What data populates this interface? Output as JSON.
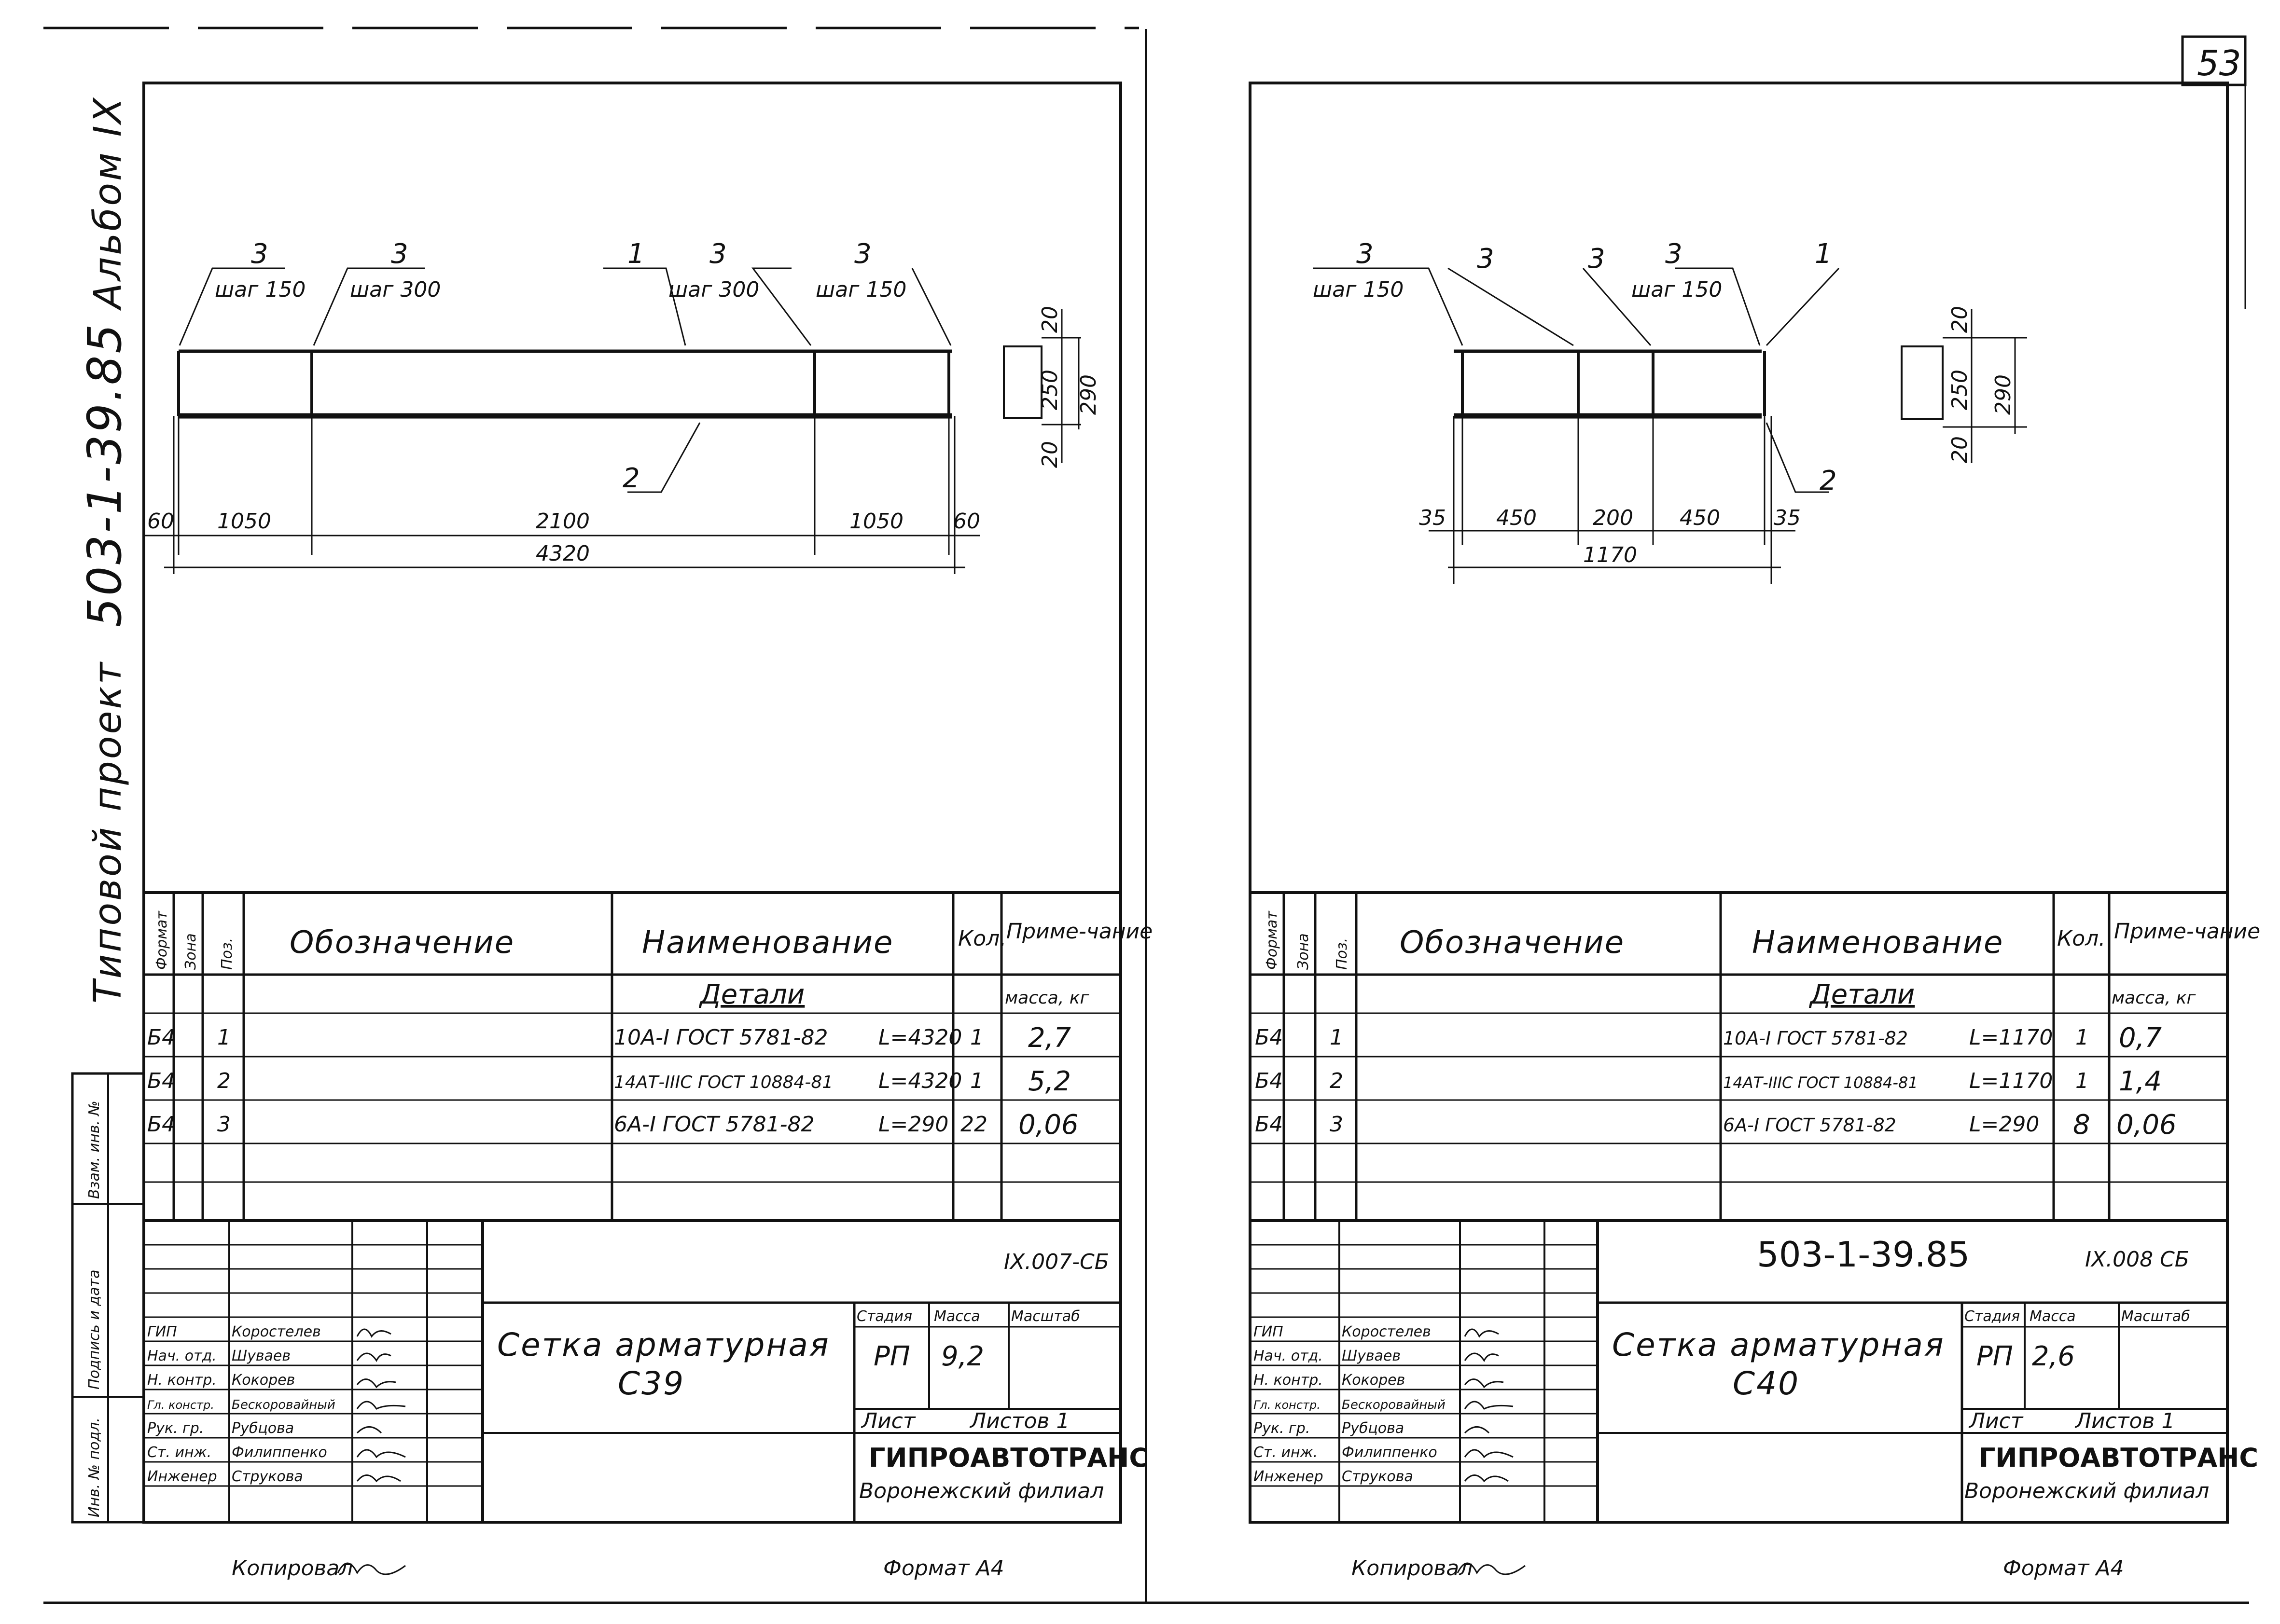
{
  "album": "Альбом IX",
  "project_code": "503-1-39.85",
  "typical_project": "Типовой проект",
  "page_number": "53",
  "side_stamp": {
    "inv_podl": "Инв. № подл.",
    "podpis_data": "Подпись и дата",
    "vzam_inv": "Взам. инв. №"
  },
  "sheets": [
    {
      "drawing": {
        "callouts": [
          {
            "num": "3",
            "step": "шаг 150"
          },
          {
            "num": "3",
            "step": "шаг 300"
          },
          {
            "num": "1",
            "step": ""
          },
          {
            "num": "3",
            "step": "шаг 300"
          },
          {
            "num": "3",
            "step": "шаг 150"
          },
          {
            "num": "2",
            "step": ""
          }
        ],
        "dims": [
          "60",
          "1050",
          "2100",
          "1050",
          "60",
          "4320"
        ],
        "section_dims": [
          "20",
          "250",
          "290",
          "20"
        ]
      },
      "spec": {
        "headers": {
          "format": "Формат",
          "zone": "Зона",
          "pos": "Поз.",
          "designation": "Обозначение",
          "name": "Наименование",
          "qty": "Кол.",
          "note": "Приме-чание"
        },
        "section": "Детали",
        "mass_label": "масса, кг",
        "rows": [
          {
            "format": "Б4",
            "pos": "1",
            "name": "10А-I ГОСТ 5781-82",
            "length": "L=4320",
            "qty": "1",
            "note": "2,7"
          },
          {
            "format": "Б4",
            "pos": "2",
            "name": "14АТ-IIIС ГОСТ 10884-81",
            "length": "L=4320",
            "qty": "1",
            "note": "5,2"
          },
          {
            "format": "Б4",
            "pos": "3",
            "name": "6А-I ГОСТ 5781-82",
            "length": "L=290",
            "qty": "22",
            "note": "0,06"
          }
        ]
      },
      "title_block": {
        "doc_code": "",
        "sheet_code": "IX.007-СБ",
        "title_line1": "Сетка арматурная",
        "title_line2": "С39",
        "stage_label": "Стадия",
        "mass_label": "Масса",
        "scale_label": "Масштаб",
        "stage": "РП",
        "mass": "9,2",
        "scale": "",
        "sheet_label": "Лист",
        "sheets_label": "Листов 1",
        "org": "ГИПРОАВТОТРАНС",
        "branch": "Воронежский филиал",
        "people": [
          {
            "role": "ГИП",
            "name": "Коростелев"
          },
          {
            "role": "Нач. отд.",
            "name": "Шуваев"
          },
          {
            "role": "Н. контр.",
            "name": "Кокорев"
          },
          {
            "role": "Гл. констр.",
            "name": "Бескоровайный"
          },
          {
            "role": "Рук. гр.",
            "name": "Рубцова"
          },
          {
            "role": "Ст. инж.",
            "name": "Филиппенко"
          },
          {
            "role": "Инженер",
            "name": "Струкова"
          }
        ]
      },
      "copied": "Копировал",
      "format": "Формат А4"
    },
    {
      "drawing": {
        "callouts": [
          {
            "num": "3",
            "step": "шаг 150"
          },
          {
            "num": "3",
            "step": ""
          },
          {
            "num": "3",
            "step": ""
          },
          {
            "num": "3",
            "step": "шаг 150"
          },
          {
            "num": "1",
            "step": ""
          },
          {
            "num": "2",
            "step": ""
          }
        ],
        "dims": [
          "35",
          "450",
          "200",
          "450",
          "35",
          "1170"
        ],
        "section_dims": [
          "20",
          "250",
          "290",
          "20"
        ]
      },
      "spec": {
        "headers": {
          "format": "Формат",
          "zone": "Зона",
          "pos": "Поз.",
          "designation": "Обозначение",
          "name": "Наименование",
          "qty": "Кол.",
          "note": "Приме-чание"
        },
        "section": "Детали",
        "mass_label": "масса, кг",
        "rows": [
          {
            "format": "Б4",
            "pos": "1",
            "name": "10А-I ГОСТ 5781-82",
            "length": "L=1170",
            "qty": "1",
            "note": "0,7"
          },
          {
            "format": "Б4",
            "pos": "2",
            "name": "14АТ-IIIС ГОСТ 10884-81",
            "length": "L=1170",
            "qty": "1",
            "note": "1,4"
          },
          {
            "format": "Б4",
            "pos": "3",
            "name": "6А-I ГОСТ 5781-82",
            "length": "L=290",
            "qty": "8",
            "note": "0,06"
          }
        ]
      },
      "title_block": {
        "doc_code": "503-1-39.85",
        "sheet_code": "IX.008 СБ",
        "title_line1": "Сетка арматурная",
        "title_line2": "С40",
        "stage_label": "Стадия",
        "mass_label": "Масса",
        "scale_label": "Масштаб",
        "stage": "РП",
        "mass": "2,6",
        "scale": "",
        "sheet_label": "Лист",
        "sheets_label": "Листов 1",
        "org": "ГИПРОАВТОТРАНС",
        "branch": "Воронежский филиал",
        "people": [
          {
            "role": "ГИП",
            "name": "Коростелев"
          },
          {
            "role": "Нач. отд.",
            "name": "Шуваев"
          },
          {
            "role": "Н. контр.",
            "name": "Кокорев"
          },
          {
            "role": "Гл. констр.",
            "name": "Бескоровайный"
          },
          {
            "role": "Рук. гр.",
            "name": "Рубцова"
          },
          {
            "role": "Ст. инж.",
            "name": "Филиппенко"
          },
          {
            "role": "Инженер",
            "name": "Струкова"
          }
        ]
      },
      "copied": "Копировал",
      "format": "Формат А4"
    }
  ]
}
